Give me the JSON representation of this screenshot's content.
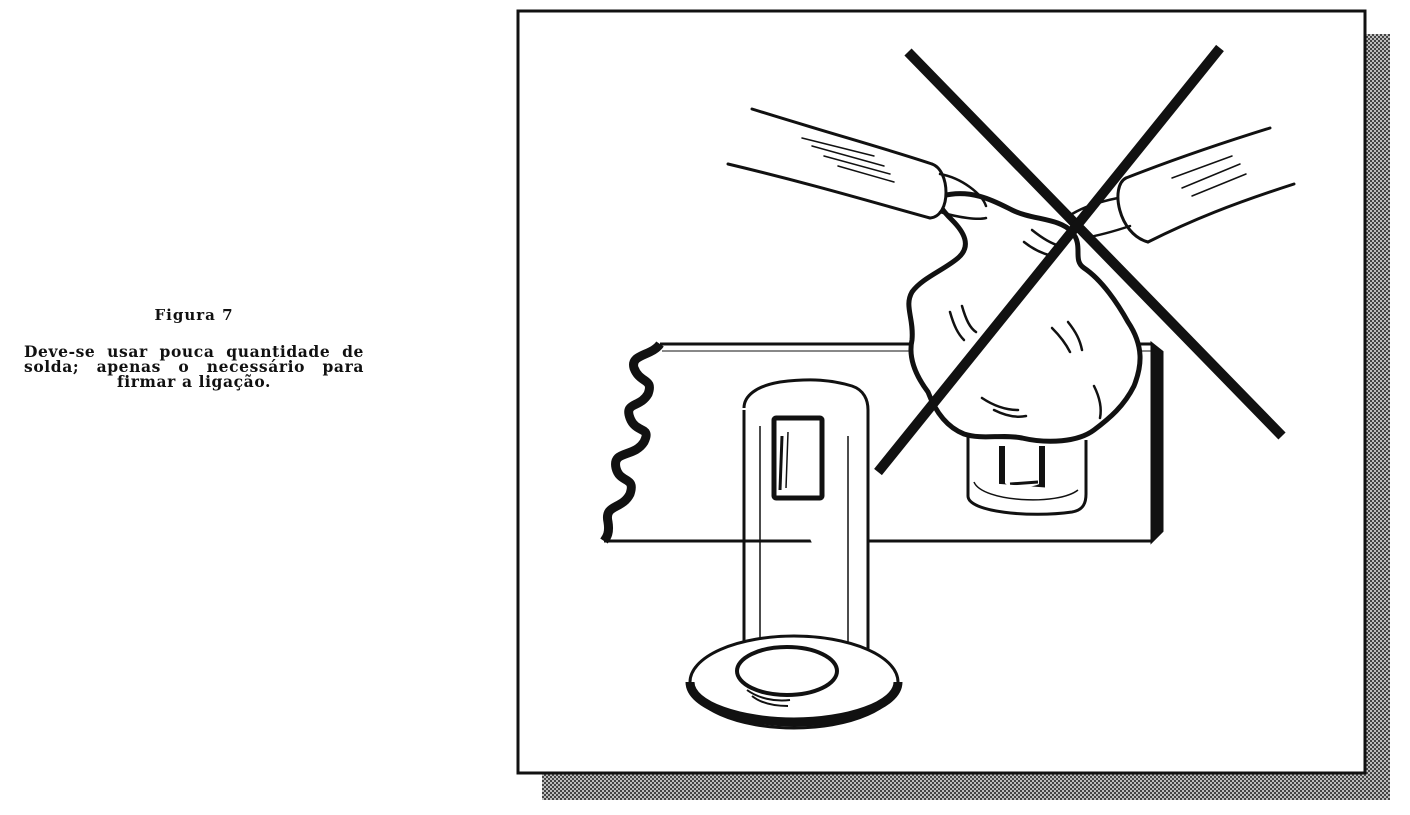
{
  "caption": {
    "title": "Figura 7",
    "body": "Deve-se usar pouca quantidade de solda; apenas o necessário para firmar a ligação."
  },
  "figure": {
    "subject": "solder-lug-with-excess-solder-blob",
    "mark": "x-cross",
    "colors": {
      "ink": "#111111",
      "paper": "#ffffff",
      "shadow": "#8a8a8a"
    }
  }
}
